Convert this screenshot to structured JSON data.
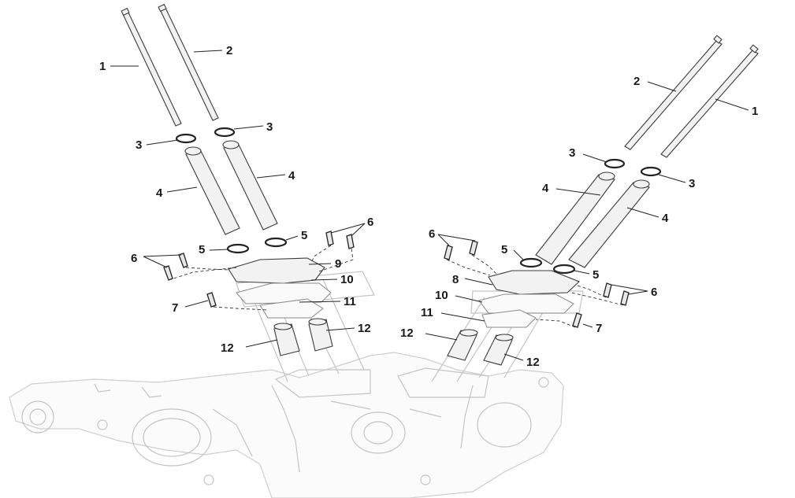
{
  "callouts": {
    "l1": "1",
    "l2": "2",
    "l3a": "3",
    "l3b": "3",
    "l4a": "4",
    "l4b": "4",
    "l5a": "5",
    "l5b": "5",
    "l6a": "6",
    "l6b": "6",
    "l7": "7",
    "l9": "9",
    "l10": "10",
    "l11": "11",
    "l12a": "12",
    "l12b": "12",
    "r1": "1",
    "r2": "2",
    "r3a": "3",
    "r3b": "3",
    "r4a": "4",
    "r4b": "4",
    "r5a": "5",
    "r5b": "5",
    "r6a": "6",
    "r6b": "6",
    "r7": "7",
    "r8": "8",
    "r10": "10",
    "r11": "11",
    "r12a": "12",
    "r12b": "12"
  }
}
